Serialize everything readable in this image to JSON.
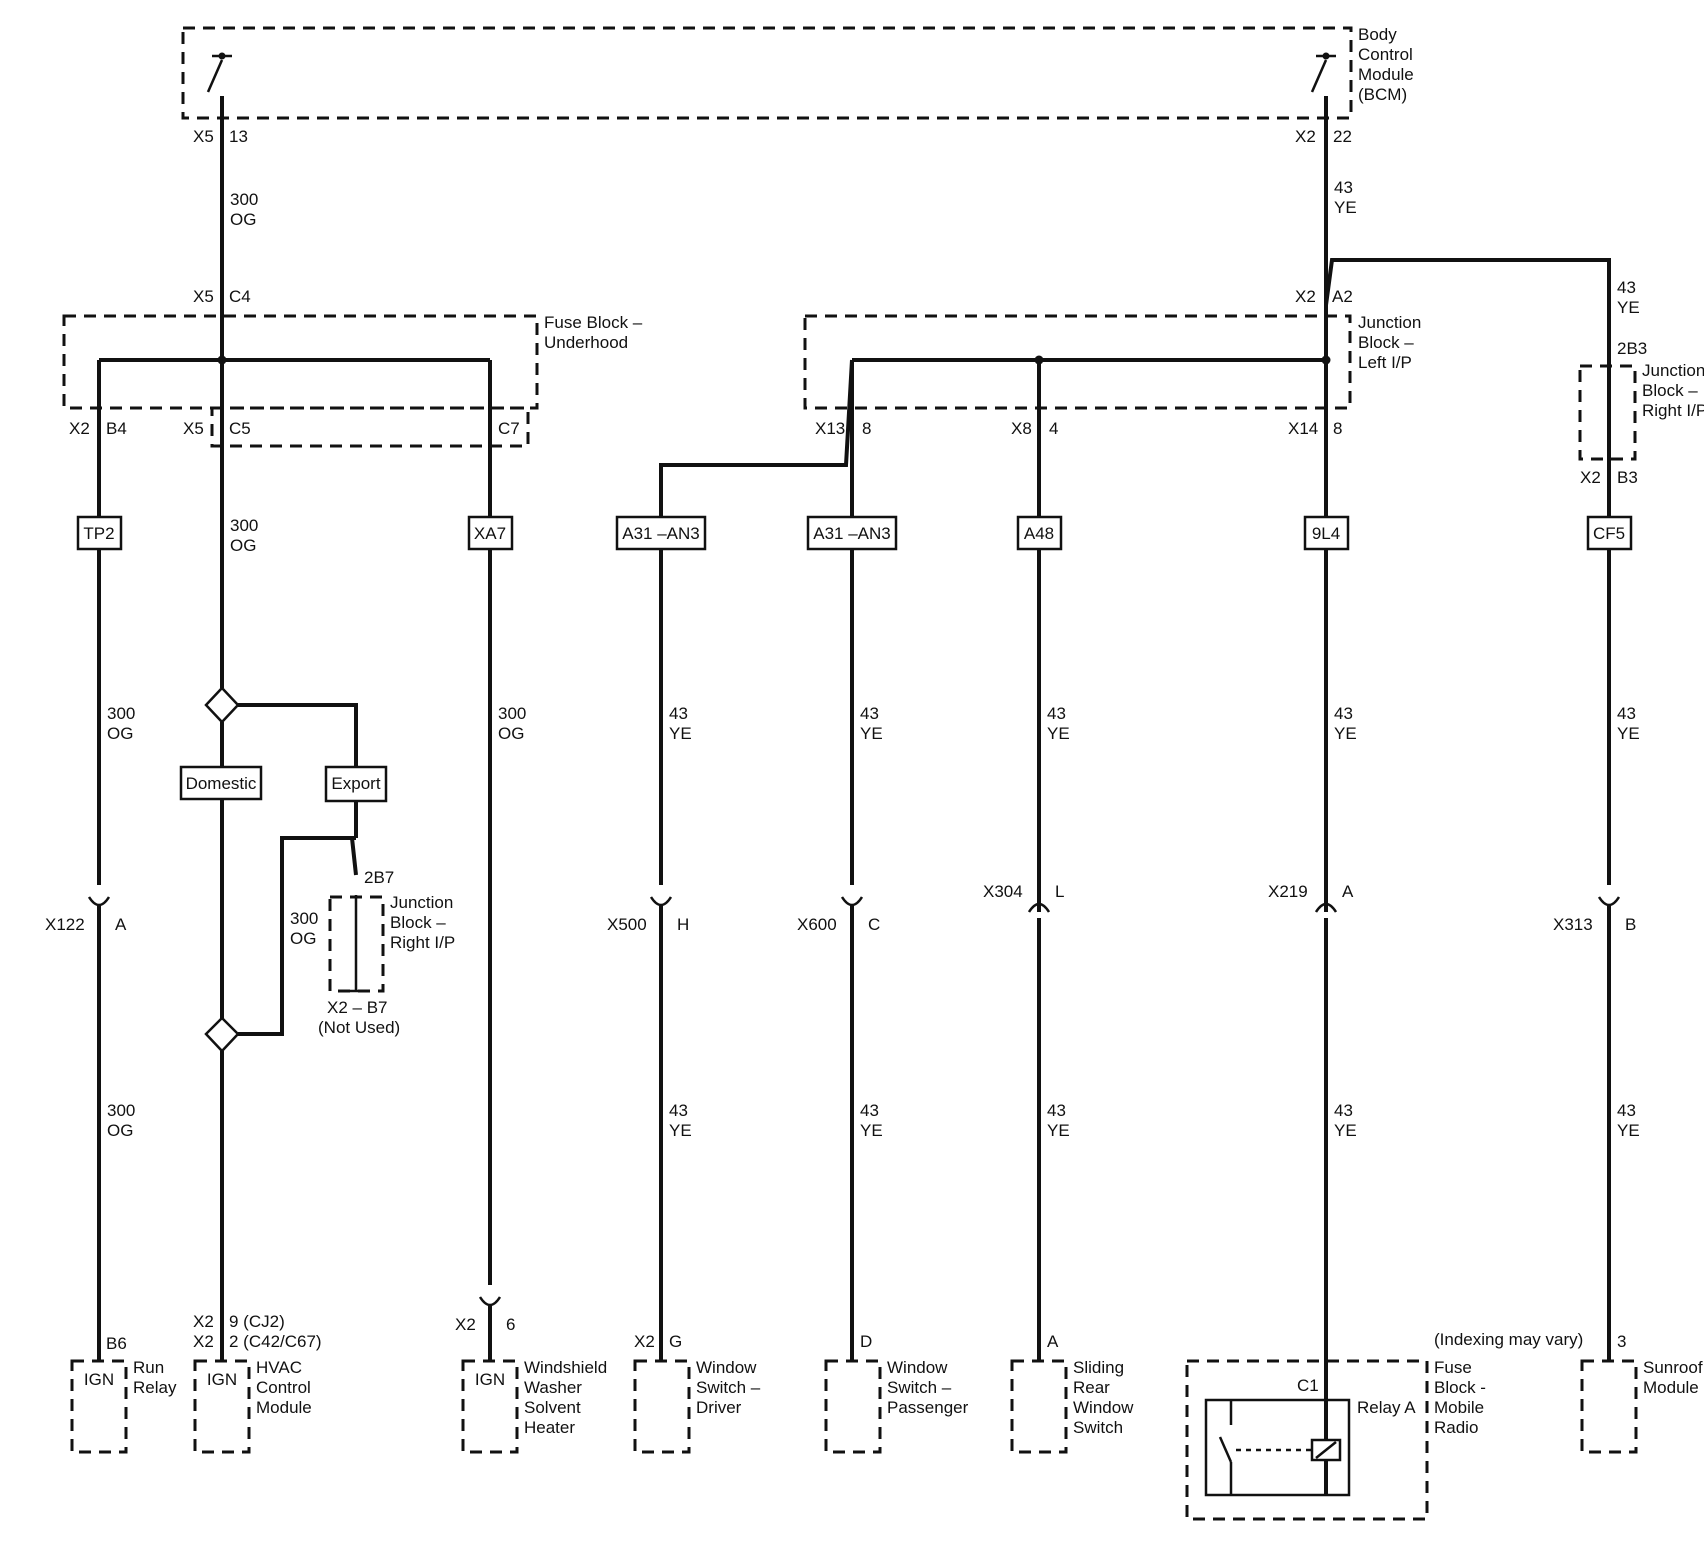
{
  "modules": {
    "bcm": [
      "Body",
      "Control",
      "Module",
      "(BCM)"
    ],
    "fuse_underhood": [
      "Fuse Block –",
      "Underhood"
    ],
    "junction_left": [
      "Junction",
      "Block –",
      "Left I/P"
    ],
    "junction_right_top": [
      "Junction",
      "Block –",
      "Right I/P"
    ],
    "junction_right_mid": [
      "Junction",
      "Block –",
      "Right I/P"
    ],
    "fuse_mobile": [
      "Fuse",
      "Block -",
      "Mobile",
      "Radio"
    ]
  },
  "connectors": {
    "x5": "X5",
    "pin13": "13",
    "x2_top": "X2",
    "pin22": "22",
    "x5_c4": "X5",
    "c4": "C4",
    "x2_a2": "X2",
    "a2": "A2",
    "b3top": "2B3",
    "x2_b4": "X2",
    "b4": "B4",
    "x5_c5": "X5",
    "c5": "C5",
    "c7": "C7",
    "x13": "X13",
    "p8a": "8",
    "x8": "X8",
    "p4": "4",
    "x14": "X14",
    "p8b": "8",
    "x2_b3": "X2",
    "b3": "B3",
    "x122": "X122",
    "a_x122": "A",
    "b7top": "2B7",
    "x2b7": "X2 – B7",
    "not_used": "(Not Used)",
    "x500": "X500",
    "h": "H",
    "x600": "X600",
    "c_x600": "C",
    "x304": "X304",
    "l": "L",
    "x219": "X219",
    "a_x219": "A",
    "x313": "X313",
    "b_x313": "B",
    "b6": "B6",
    "x2_9": "X2",
    "p9": "9 (CJ2)",
    "x2_2": "X2",
    "p2": "2 (C42/C67)",
    "x2_6": "X2",
    "p6": "6",
    "x2_g": "X2",
    "g": "G",
    "d": "D",
    "a_sliding": "A",
    "p3": "3",
    "c1": "C1",
    "indexing": "(Indexing may vary)"
  },
  "wires": {
    "og300": [
      "300",
      "OG"
    ],
    "ye43": [
      "43",
      "YE"
    ]
  },
  "tags": {
    "tp2": "TP2",
    "xa7": "XA7",
    "a31a": "A31 –AN3",
    "a31b": "A31 –AN3",
    "a48": "A48",
    "9l4": "9L4",
    "cf5": "CF5",
    "domestic": "Domestic",
    "export": "Export"
  },
  "ign": "IGN",
  "loads": {
    "run_relay": [
      "Run",
      "Relay"
    ],
    "hvac": [
      "HVAC",
      "Control",
      "Module"
    ],
    "washer": [
      "Windshield",
      "Washer",
      "Solvent",
      "Heater"
    ],
    "ws_driver": [
      "Window",
      "Switch –",
      "Driver"
    ],
    "ws_pass": [
      "Window",
      "Switch –",
      "Passenger"
    ],
    "sliding": [
      "Sliding",
      "Rear",
      "Window",
      "Switch"
    ],
    "sunroof": [
      "Sunroof",
      "Module"
    ],
    "relay_a": "Relay A"
  }
}
